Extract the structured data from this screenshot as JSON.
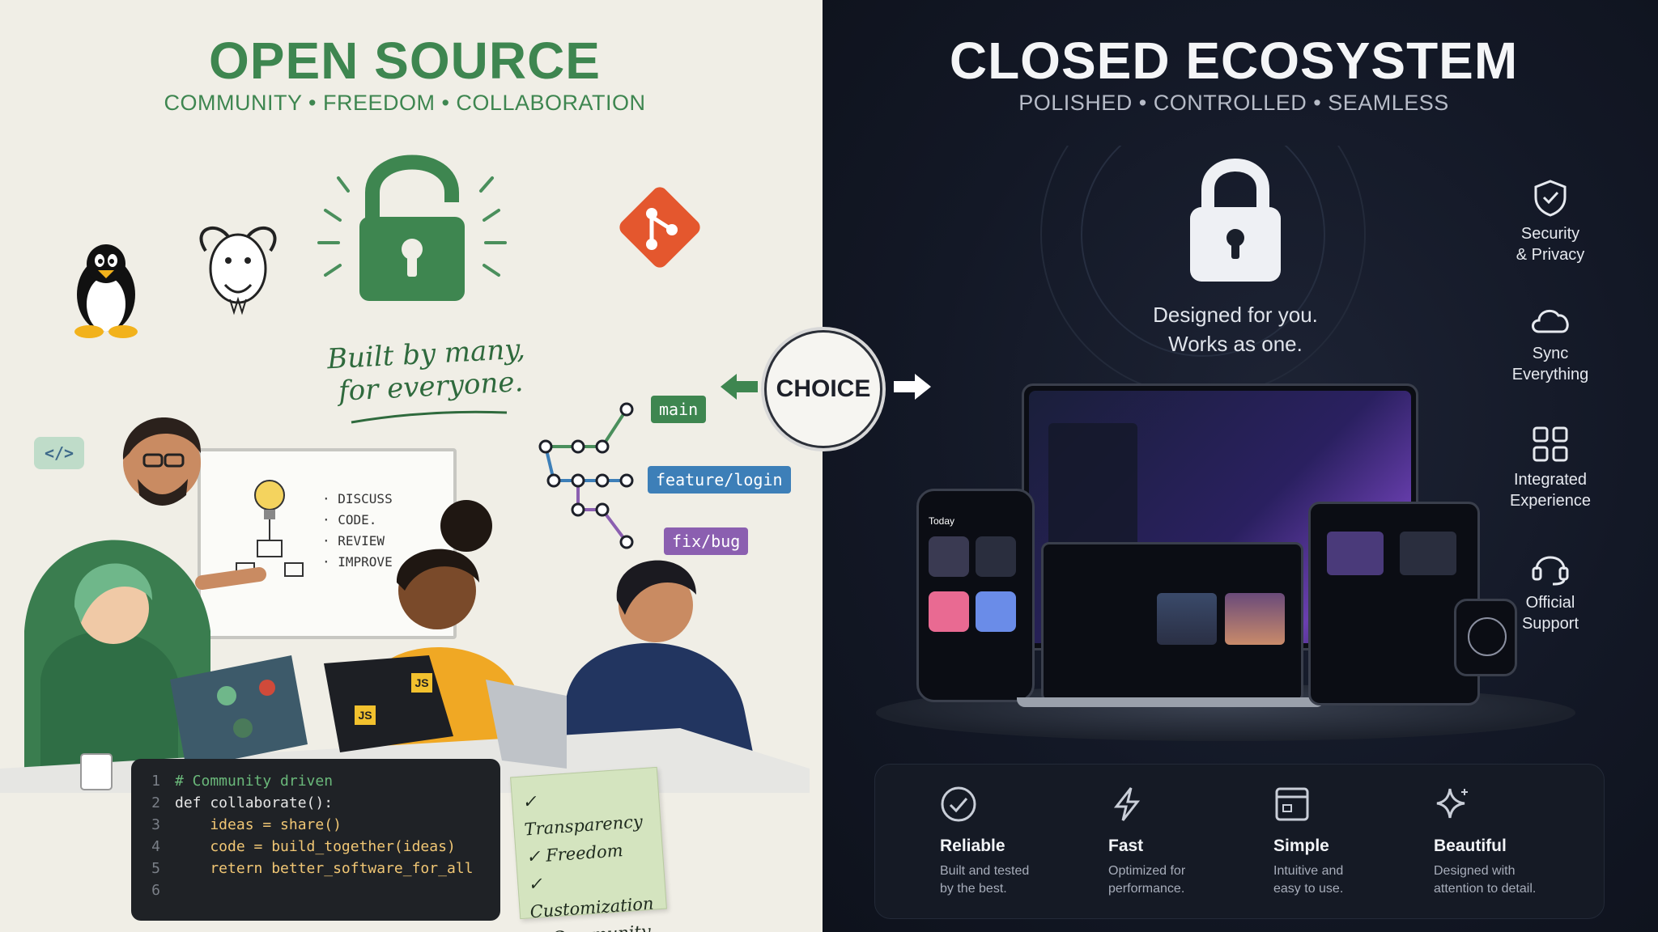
{
  "left": {
    "title": "OPEN SOURCE",
    "subtitle": "COMMUNITY • FREEDOM • COLLABORATION",
    "slogan_line1": "Built by many,",
    "slogan_line2": "for everyone.",
    "whiteboard_items": [
      "· DISCUSS",
      "· CODE.",
      "· REVIEW",
      "· IMPROVE"
    ],
    "branches": [
      "main",
      "feature/login",
      "fix/bug"
    ],
    "laptop_stickers": [
      "JS",
      "JS"
    ],
    "code_lines": [
      {
        "no": "1",
        "text": "# Community driven"
      },
      {
        "no": "2",
        "text": "def collaborate():"
      },
      {
        "no": "3",
        "text": "    ideas = share()"
      },
      {
        "no": "4",
        "text": "    code = build_together(ideas)"
      },
      {
        "no": "5",
        "text": "    retern better_software_for_all"
      },
      {
        "no": "6",
        "text": ""
      }
    ],
    "checklist": [
      "✓ Transparency",
      "✓ Freedom",
      "✓ Customization",
      "✓ Community"
    ],
    "code_tag": "</>"
  },
  "center": {
    "choice_label": "CHOICE"
  },
  "right": {
    "title": "CLOSED ECOSYSTEM",
    "subtitle": "POLISHED • CONTROLLED • SEAMLESS",
    "tagline_line1": "Designed for you.",
    "tagline_line2": "Works as one.",
    "phone_header": "Today",
    "side_features": [
      {
        "icon": "shield-check-icon",
        "line1": "Security",
        "line2": "& Privacy"
      },
      {
        "icon": "cloud-icon",
        "line1": "Sync",
        "line2": "Everything"
      },
      {
        "icon": "grid-icon",
        "line1": "Integrated",
        "line2": "Experience"
      },
      {
        "icon": "headset-icon",
        "line1": "Official",
        "line2": "Support"
      }
    ],
    "bottom_features": [
      {
        "icon": "check-circle-icon",
        "title": "Reliable",
        "line1": "Built and tested",
        "line2": "by the best."
      },
      {
        "icon": "lightning-icon",
        "title": "Fast",
        "line1": "Optimized for",
        "line2": "performance."
      },
      {
        "icon": "window-icon",
        "title": "Simple",
        "line1": "Intuitive and",
        "line2": "easy to use."
      },
      {
        "icon": "sparkle-icon",
        "title": "Beautiful",
        "line1": "Designed with",
        "line2": "attention to detail."
      }
    ]
  },
  "colors": {
    "open_green": "#3e8650",
    "closed_bg": "#131826",
    "git_orange": "#e4572e",
    "branch_green": "#3e8650",
    "branch_blue": "#3d7fb8",
    "branch_purple": "#8b5fb0"
  }
}
